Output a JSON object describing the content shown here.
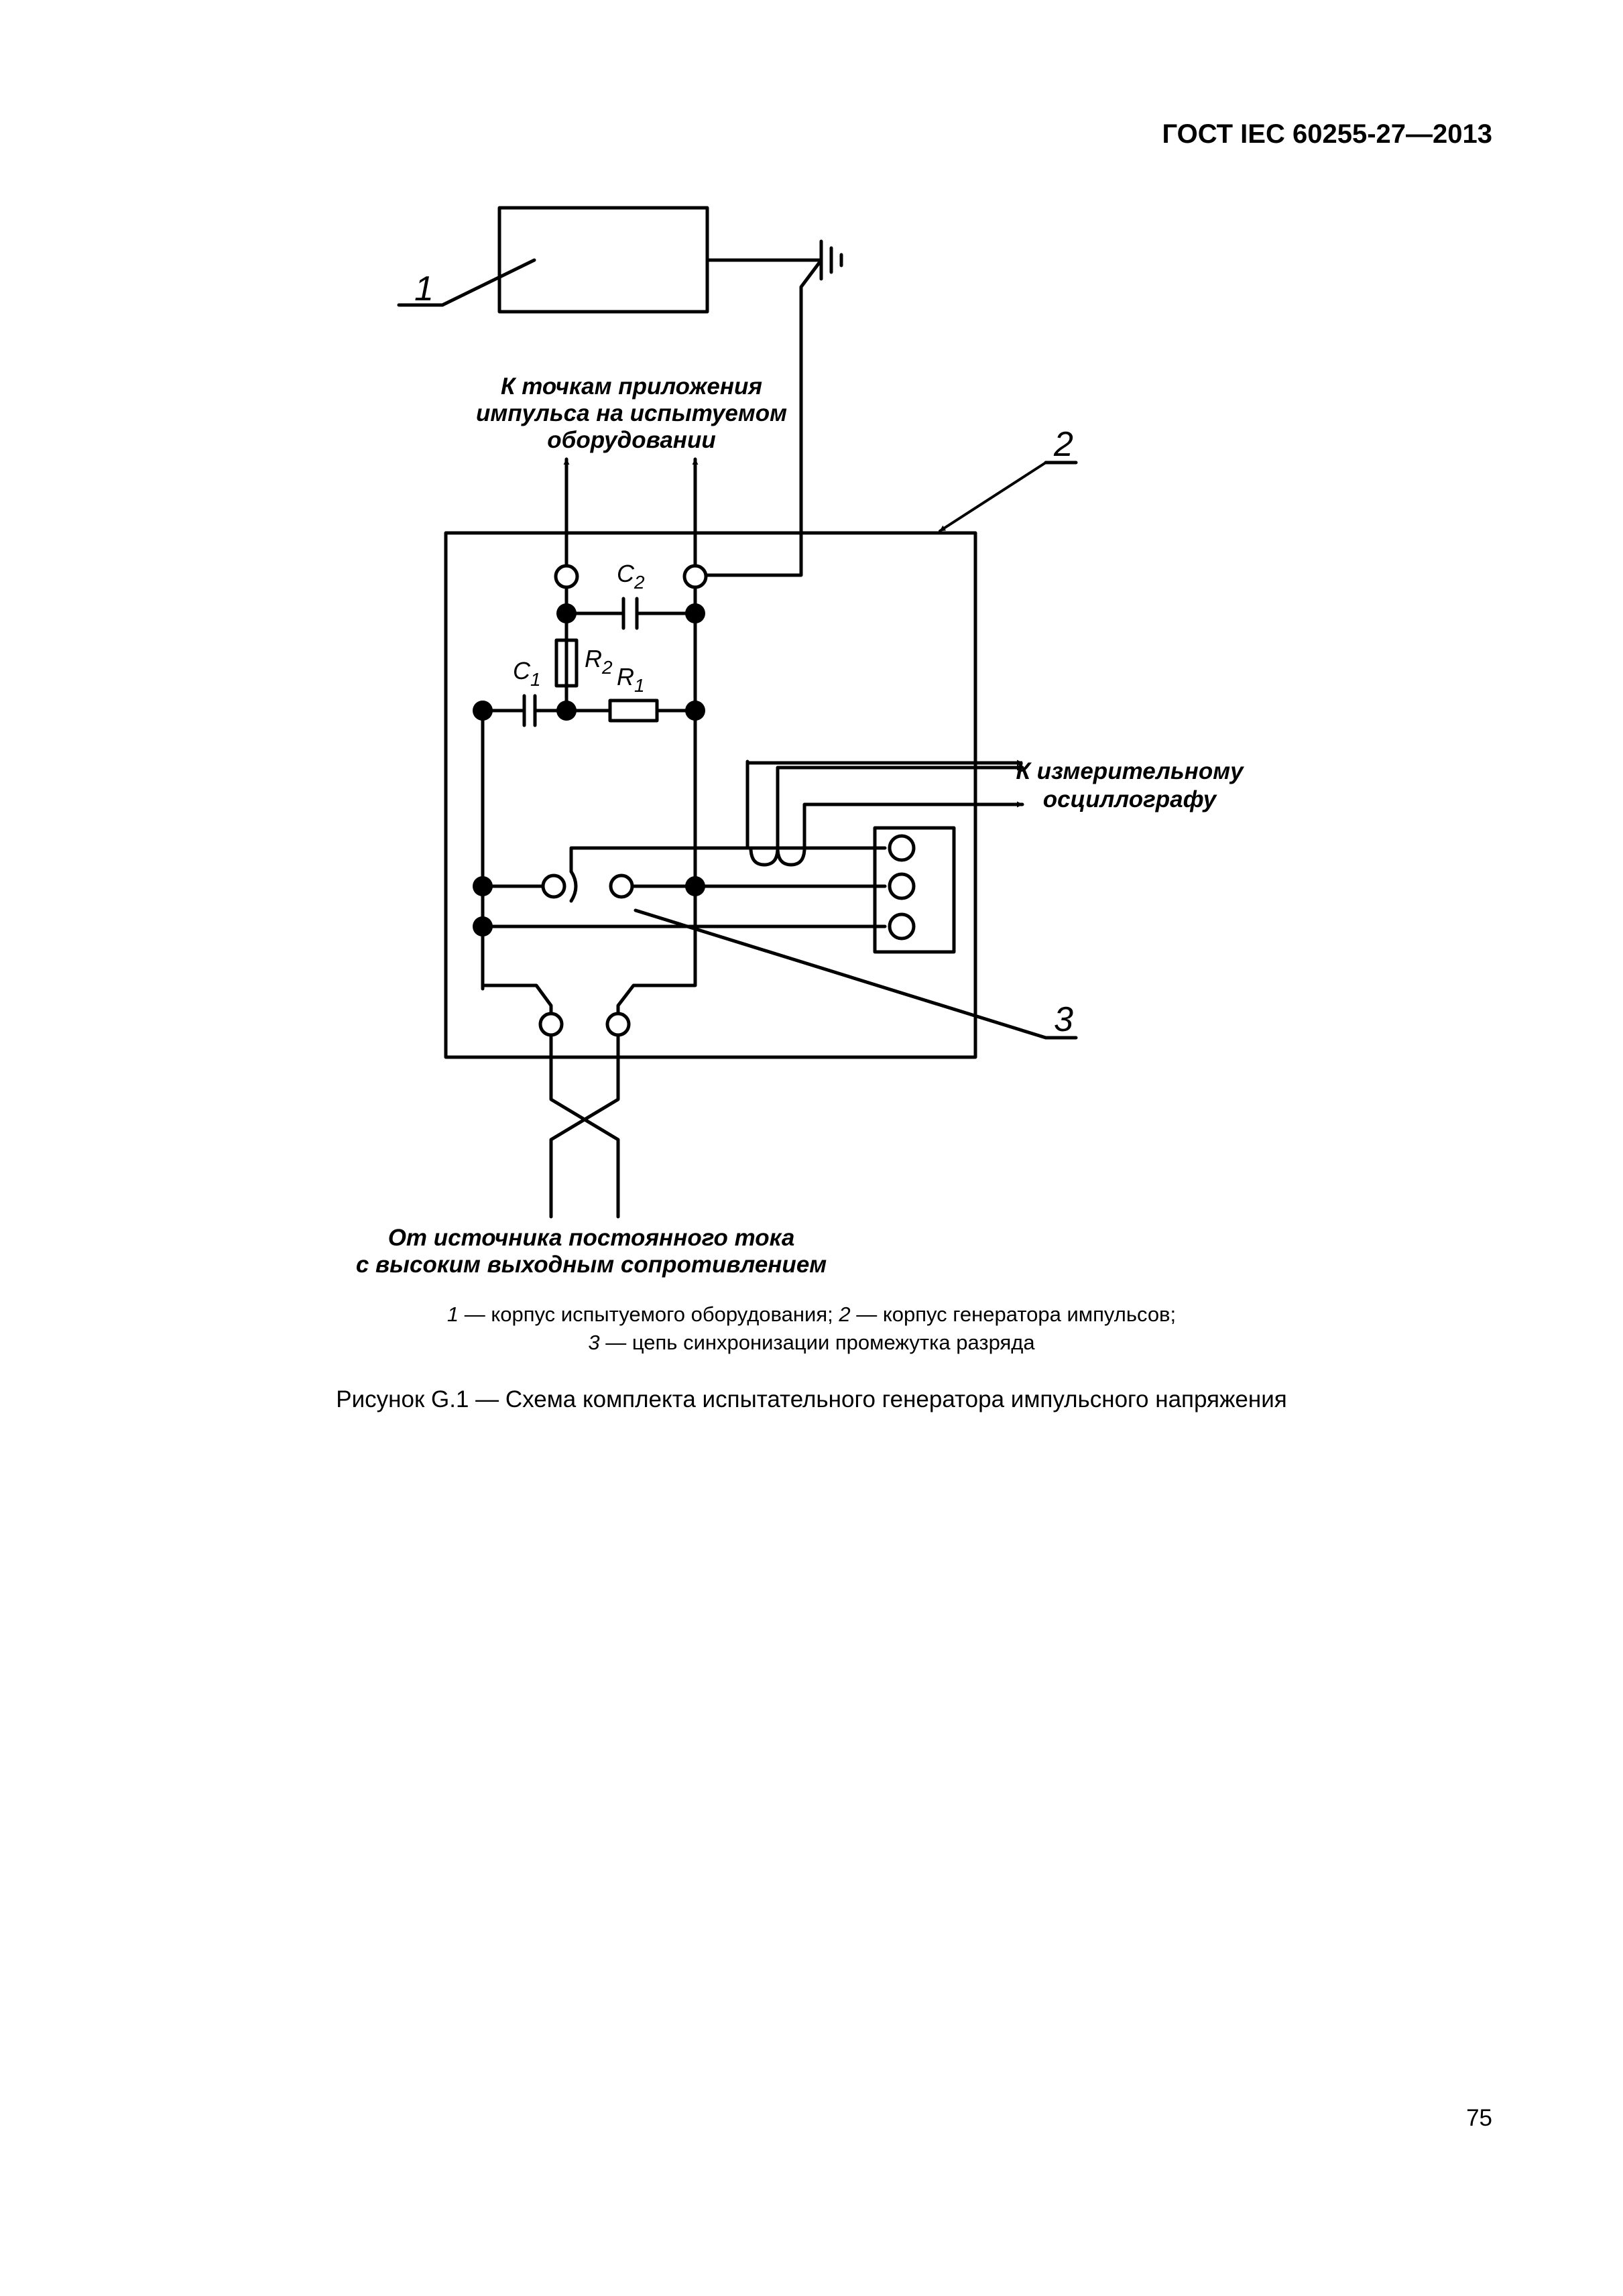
{
  "header": {
    "standard_id": "ГОСТ IEC 60255-27—2013"
  },
  "diagram": {
    "callout_1": "1",
    "callout_2": "2",
    "callout_3": "3",
    "top_label": [
      "К точкам приложения",
      "импульса на испытуемом",
      "оборудовании"
    ],
    "right_label": [
      "К измерительному",
      "осциллографу"
    ],
    "bottom_label": [
      "От источника постоянного тока",
      "с высоким выходным сопротивлением"
    ],
    "c2": {
      "letter": "C",
      "sub": "2"
    },
    "c1": {
      "letter": "C",
      "sub": "1"
    },
    "r2": {
      "letter": "R",
      "sub": "2"
    },
    "r1": {
      "letter": "R",
      "sub": "1"
    }
  },
  "legend": {
    "line1": {
      "n1": "1",
      "t1": " — корпус испытуемого оборудования; ",
      "n2": "2",
      "t2": " — корпус генератора импульсов;"
    },
    "line2": {
      "n3": "3",
      "t3": " — цепь синхронизации промежутка разряда"
    }
  },
  "caption": "Рисунок G.1 — Схема комплекта испытательного генератора импульсного напряжения",
  "page_number": "75"
}
